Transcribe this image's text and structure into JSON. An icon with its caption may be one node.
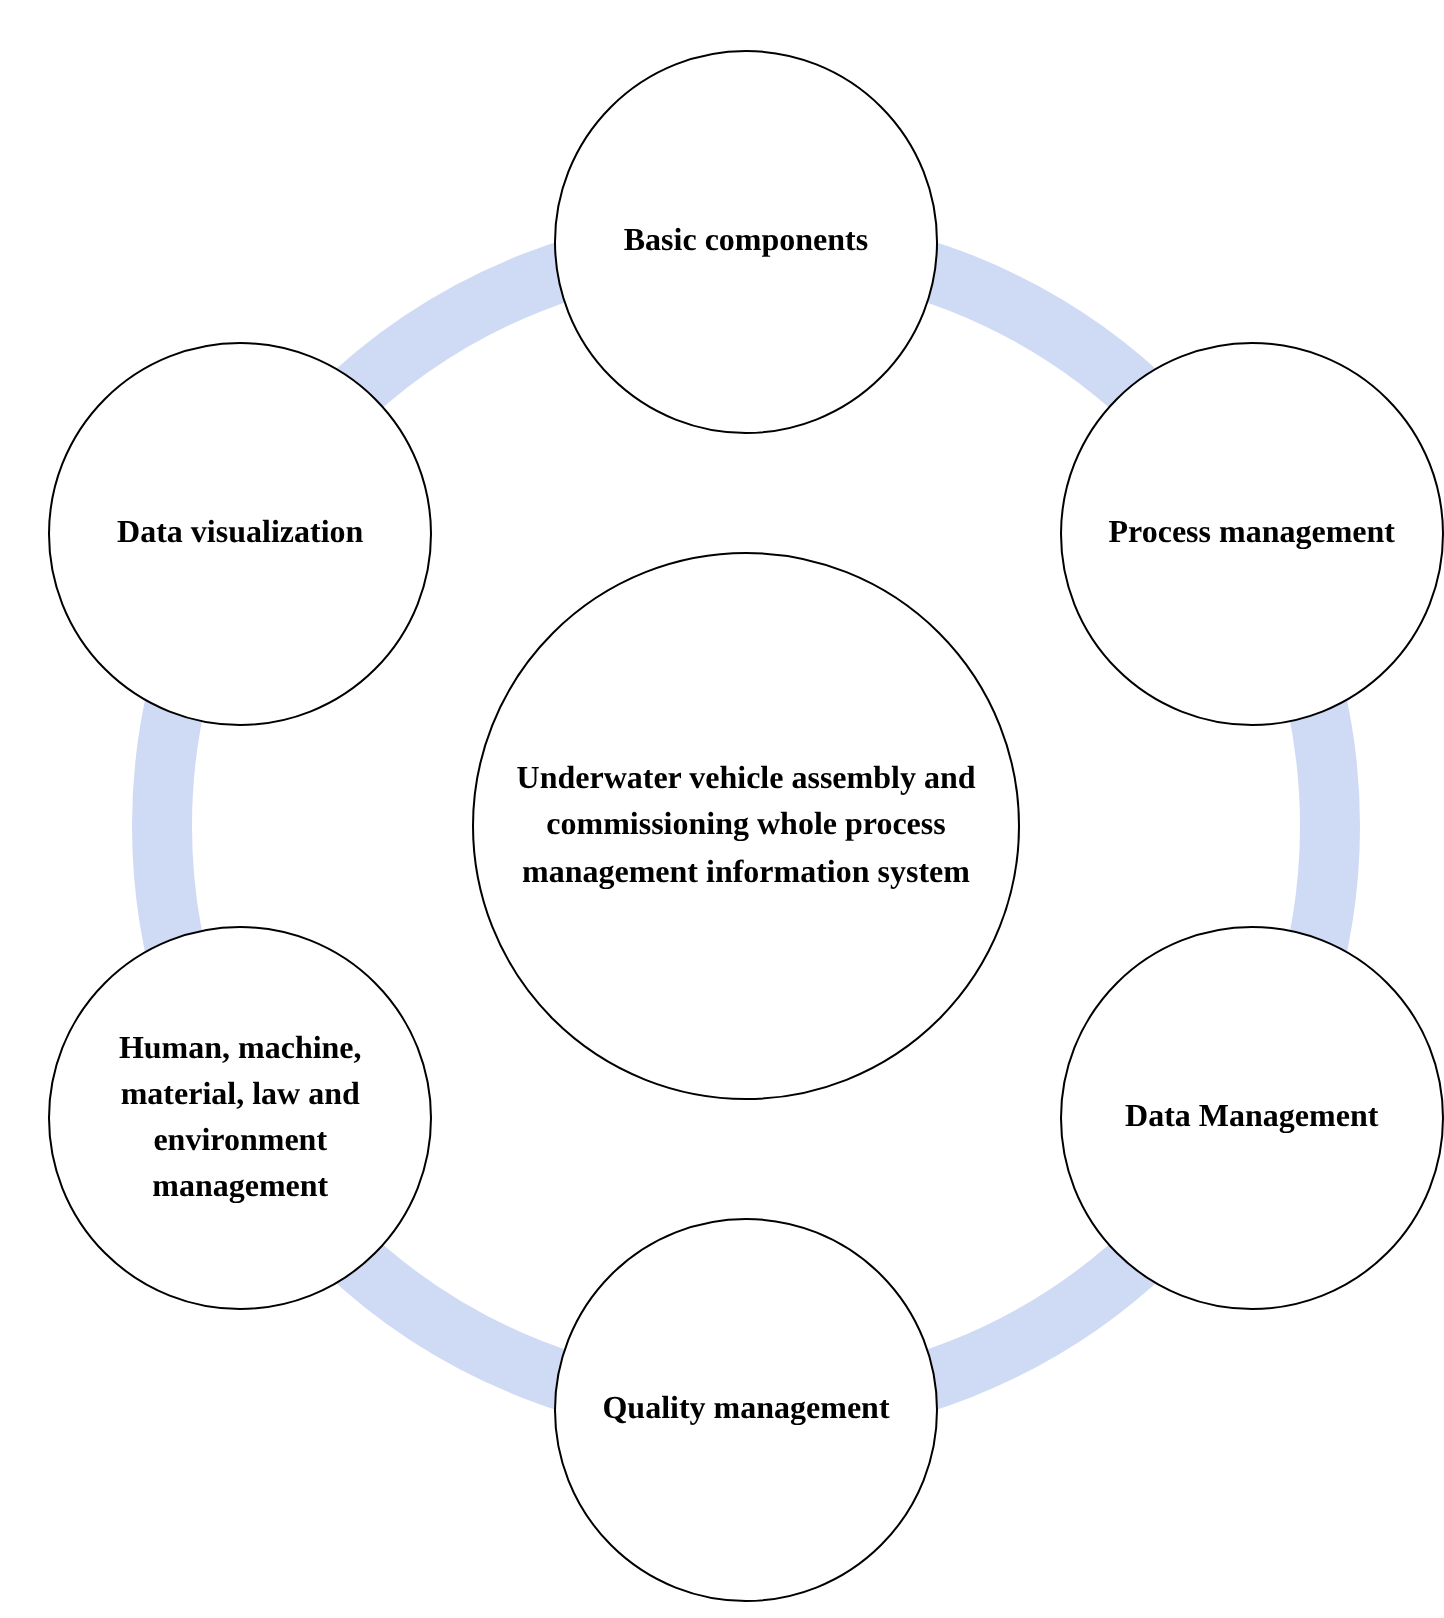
{
  "diagram": {
    "nodes": [
      {
        "text": [
          "Basic components"
        ]
      },
      {
        "text": [
          "Process management"
        ]
      },
      {
        "text": [
          "Data Management"
        ]
      },
      {
        "text": [
          "Quality management"
        ]
      },
      {
        "text": [
          "Human, machine, material, law and environment management"
        ]
      },
      {
        "text": [
          "Data visualization"
        ]
      },
      {
        "text": [
          "Underwater vehicle assembly and commissioning whole process management information system"
        ]
      }
    ]
  }
}
